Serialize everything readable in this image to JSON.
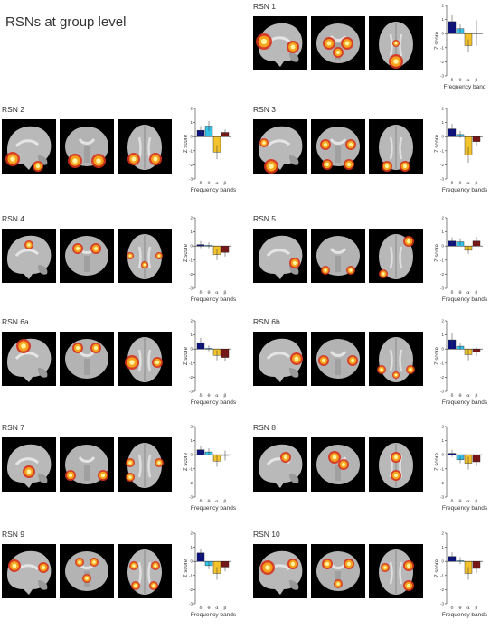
{
  "page": {
    "title": "RSNs at group level"
  },
  "colors": {
    "delta": "#0b1280",
    "theta": "#35c2e8",
    "alpha": "#f2c32c",
    "beta": "#7a1616",
    "blob_core": "#fff3a0",
    "blob_mid": "#f7a21b",
    "blob_edge": "#d8321b"
  },
  "axis_ticks": [
    "2",
    "1",
    "0",
    "-1",
    "-2",
    "-3"
  ],
  "band_ticks": [
    "δ",
    "θ",
    "α",
    "β"
  ],
  "chart_data": [
    {
      "type": "bar",
      "title": "RSN 1",
      "xlabel": "Frequency band",
      "ylabel": "Z score",
      "ylim": [
        -3,
        2
      ],
      "categories": [
        "δ",
        "θ",
        "α",
        "β"
      ],
      "values": [
        0.85,
        0.35,
        -0.85,
        0.05
      ],
      "errors": [
        0.45,
        0.3,
        0.45,
        0.9
      ]
    },
    {
      "type": "bar",
      "title": "RSN 2",
      "xlabel": "Frequency bands",
      "ylabel": "Z score",
      "ylim": [
        -3,
        2
      ],
      "categories": [
        "δ",
        "θ",
        "α",
        "β"
      ],
      "values": [
        0.45,
        0.75,
        -1.1,
        0.3
      ],
      "errors": [
        0.3,
        0.35,
        0.5,
        0.2
      ]
    },
    {
      "type": "bar",
      "title": "RSN 3",
      "xlabel": "Frequency bands",
      "ylabel": "Z score",
      "ylim": [
        -3,
        2
      ],
      "categories": [
        "δ",
        "θ",
        "α",
        "β"
      ],
      "values": [
        0.55,
        0.15,
        -1.3,
        -0.35
      ],
      "errors": [
        0.35,
        0.25,
        0.55,
        0.3
      ]
    },
    {
      "type": "bar",
      "title": "RSN 4",
      "xlabel": "Frequency bands",
      "ylabel": "Z score",
      "ylim": [
        -3,
        2
      ],
      "categories": [
        "δ",
        "θ",
        "α",
        "β"
      ],
      "values": [
        0.1,
        0.05,
        -0.6,
        -0.45
      ],
      "errors": [
        0.25,
        0.2,
        0.4,
        0.3
      ]
    },
    {
      "type": "bar",
      "title": "RSN 5",
      "xlabel": "Frequency bands",
      "ylabel": "Z score",
      "ylim": [
        -3,
        2
      ],
      "categories": [
        "δ",
        "θ",
        "α",
        "β"
      ],
      "values": [
        0.35,
        0.3,
        -0.3,
        0.35
      ],
      "errors": [
        0.25,
        0.25,
        0.25,
        0.3
      ]
    },
    {
      "type": "bar",
      "title": "RSN 6a",
      "xlabel": "Frequency bands",
      "ylabel": "Z score",
      "ylim": [
        -3,
        2
      ],
      "categories": [
        "δ",
        "θ",
        "α",
        "β"
      ],
      "values": [
        0.45,
        0.05,
        -0.45,
        -0.6
      ],
      "errors": [
        0.35,
        0.2,
        0.35,
        0.3
      ]
    },
    {
      "type": "bar",
      "title": "RSN 6b",
      "xlabel": "Frequency bands",
      "ylabel": "Z score",
      "ylim": [
        -3,
        2
      ],
      "categories": [
        "δ",
        "θ",
        "α",
        "β"
      ],
      "values": [
        0.65,
        0.2,
        -0.4,
        -0.2
      ],
      "errors": [
        0.5,
        0.25,
        0.4,
        0.3
      ]
    },
    {
      "type": "bar",
      "title": "RSN 7",
      "xlabel": "Frequency bands",
      "ylabel": "Z score",
      "ylim": [
        -3,
        2
      ],
      "categories": [
        "δ",
        "θ",
        "α",
        "β"
      ],
      "values": [
        0.35,
        0.2,
        -0.45,
        -0.05
      ],
      "errors": [
        0.3,
        0.25,
        0.4,
        0.35
      ]
    },
    {
      "type": "bar",
      "title": "RSN 8",
      "xlabel": "Frequency bands",
      "ylabel": "Z score",
      "ylim": [
        -3,
        2
      ],
      "categories": [
        "δ",
        "θ",
        "α",
        "β"
      ],
      "values": [
        0.1,
        -0.35,
        -0.6,
        -0.5
      ],
      "errors": [
        0.25,
        0.25,
        0.45,
        0.3
      ]
    },
    {
      "type": "bar",
      "title": "RSN 9",
      "xlabel": "Frequency bands",
      "ylabel": "Z score",
      "ylim": [
        -3,
        2
      ],
      "categories": [
        "δ",
        "θ",
        "α",
        "β"
      ],
      "values": [
        0.6,
        -0.3,
        -0.85,
        -0.4
      ],
      "errors": [
        0.3,
        0.25,
        0.45,
        0.3
      ]
    },
    {
      "type": "bar",
      "title": "RSN 10",
      "xlabel": "Frequency bands",
      "ylabel": "Z score",
      "ylim": [
        -3,
        2
      ],
      "categories": [
        "δ",
        "θ",
        "α",
        "β"
      ],
      "values": [
        0.35,
        0.05,
        -0.85,
        -0.5
      ],
      "errors": [
        0.3,
        0.25,
        0.45,
        0.3
      ]
    }
  ]
}
